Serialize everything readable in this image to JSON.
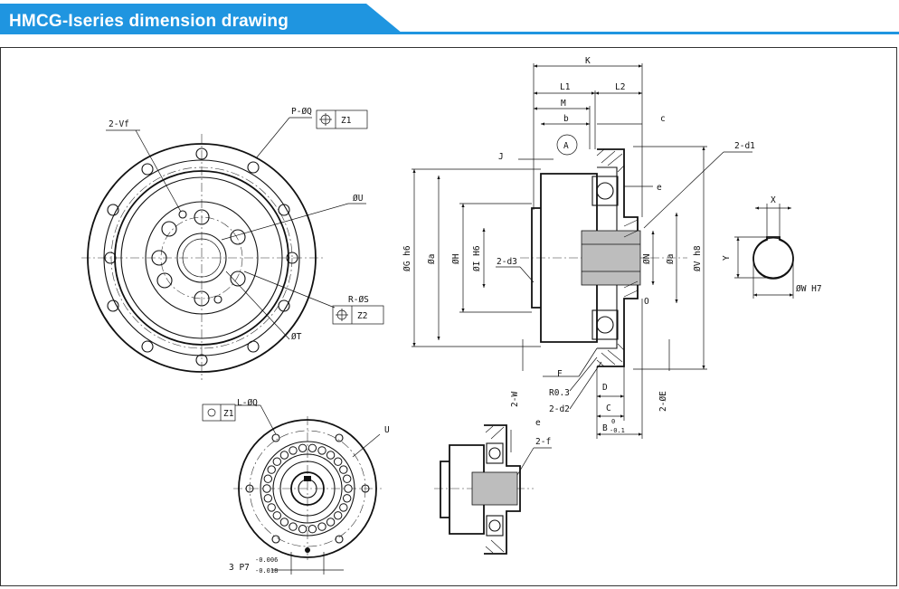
{
  "header": {
    "title": "HMCG-Iseries dimension drawing",
    "accent_color": "#1f95e0"
  },
  "labels": {
    "K": "K",
    "L1": "L1",
    "L2": "L2",
    "M": "M",
    "b": "b",
    "c": "c",
    "A": "A",
    "d1": "2-d1",
    "J": "J",
    "e": "e",
    "e2": "e",
    "G": "ØG h6",
    "a": "Øa",
    "H": "ØH",
    "I": "ØI H6",
    "d3": "2-d3",
    "N": "ØN",
    "a2": "Øa",
    "V": "ØV h8",
    "O": "O",
    "F": "F",
    "R03": "R0.3",
    "d2": "2-d2",
    "D": "D",
    "C": "C",
    "Bsup": "0",
    "B": "B",
    "Bsub": "-0.1",
    "hw": "2-W",
    "E": "2-ØE",
    "X": "X",
    "Y": "Y",
    "W": "ØW H7",
    "Vf": "2-Vf",
    "PQ": "P-ØQ",
    "Z1": "Z1",
    "U": "ØU",
    "RS": "R-ØS",
    "Z2": "Z2",
    "T": "ØT",
    "LQ": "L-ØQ",
    "Z1b": "Z1",
    "Ub": "U",
    "f": "2-f",
    "P7": "3  P7",
    "P7sup": "-0.006",
    "P7sub": "-0.018"
  }
}
